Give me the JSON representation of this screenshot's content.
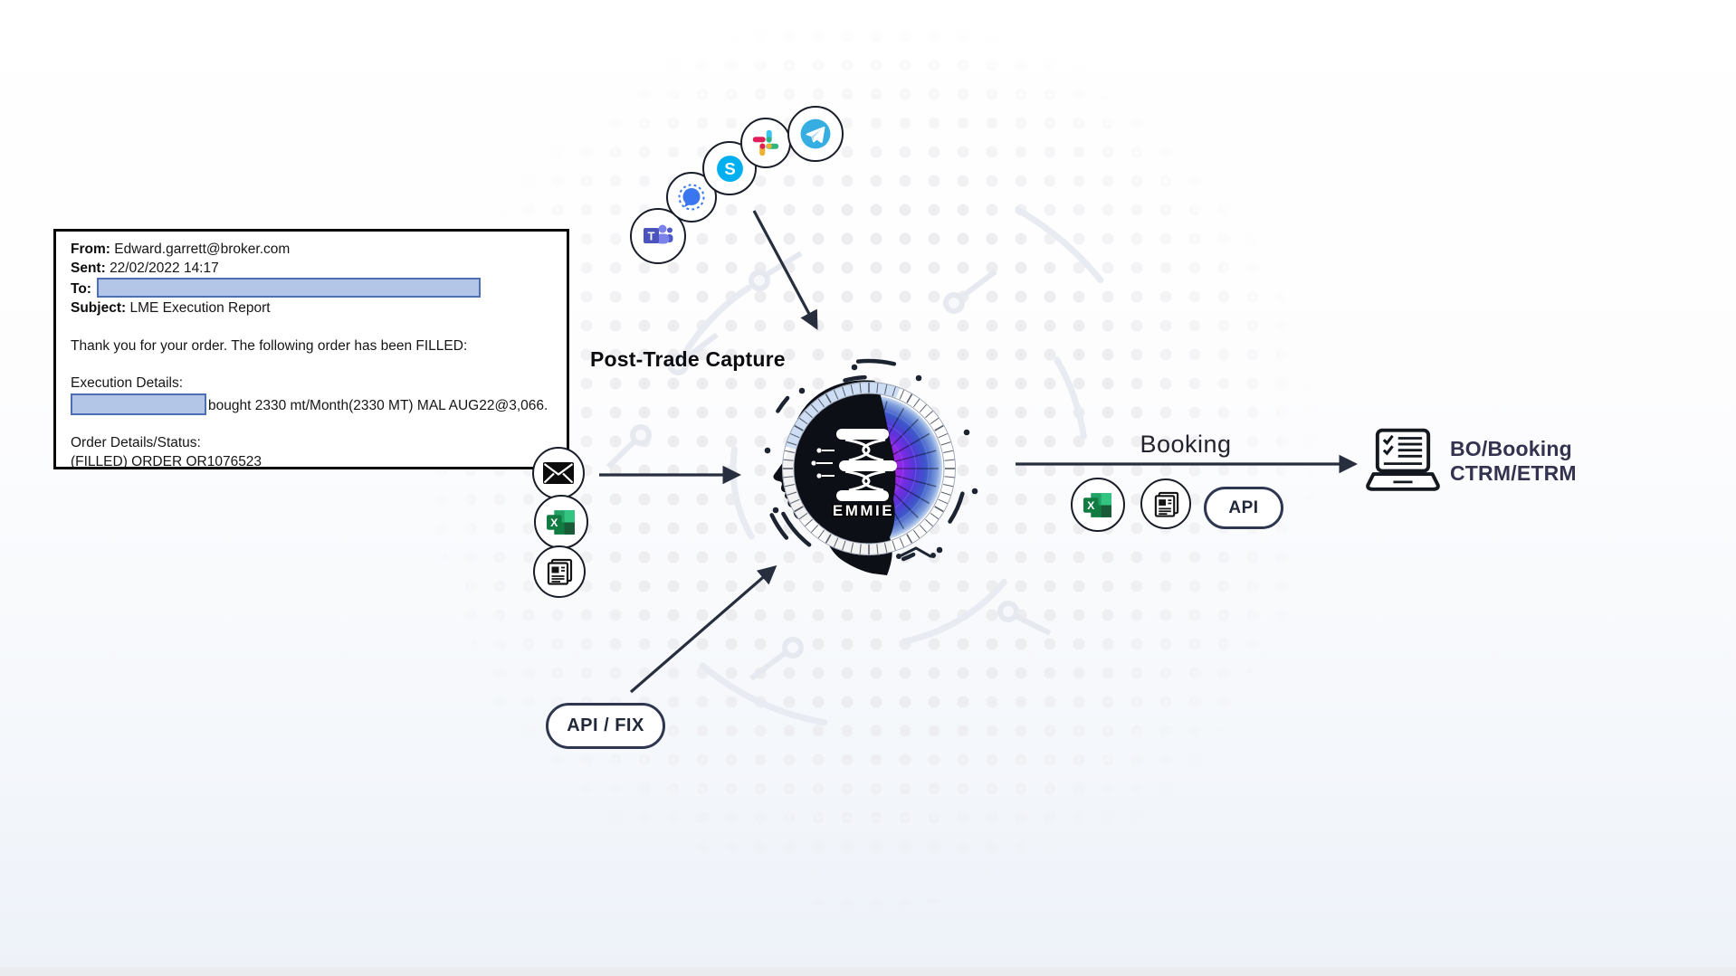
{
  "email_window": {
    "from_label": "From:",
    "from_value": "Edward.garrett@broker.com",
    "sent_label": "Sent:",
    "sent_value": "22/02/2022 14:17",
    "to_label": "To:",
    "subject_label": "Subject:",
    "subject_value": "LME Execution Report",
    "body_intro": "Thank you for your order. The following order has been FILLED:",
    "execution_heading": "Execution Details:",
    "execution_detail": "bought 2330 mt/Month(2330 MT) MAL AUG22@3,066.",
    "order_heading": "Order Details/Status:",
    "order_status": "(FILLED) ORDER OR1076523"
  },
  "hub": {
    "name": "EMMIE",
    "caption": "Post-Trade Capture"
  },
  "sources": {
    "api_fix_label": "API / FIX"
  },
  "booking": {
    "label": "Booking",
    "api_label": "API"
  },
  "destination": {
    "line1": "BO/Booking",
    "line2": "CTRM/ETRM"
  },
  "channels": {
    "messaging": [
      "Microsoft Teams",
      "Signal",
      "Skype",
      "Slack",
      "Telegram"
    ],
    "document_inputs": [
      "Email",
      "Excel",
      "Document"
    ],
    "booking_outputs": [
      "Excel",
      "Document",
      "API"
    ]
  },
  "colors": {
    "arrow": "#272f3e",
    "redaction_fill": "#b4c6e7",
    "redaction_border": "#4d6fb5",
    "teams": "#4b53bc",
    "signal": "#3a76f0",
    "skype": "#00aff0",
    "slack": [
      "#36c5f0",
      "#2eb67d",
      "#ecb22e",
      "#e01e5a"
    ],
    "telegram": "#37aee2",
    "excel_green": "#107c41",
    "lens_gradient": [
      "#c7d8f1",
      "#3c57c9",
      "#8b28e8",
      "#b41fd8",
      "#120818"
    ]
  }
}
